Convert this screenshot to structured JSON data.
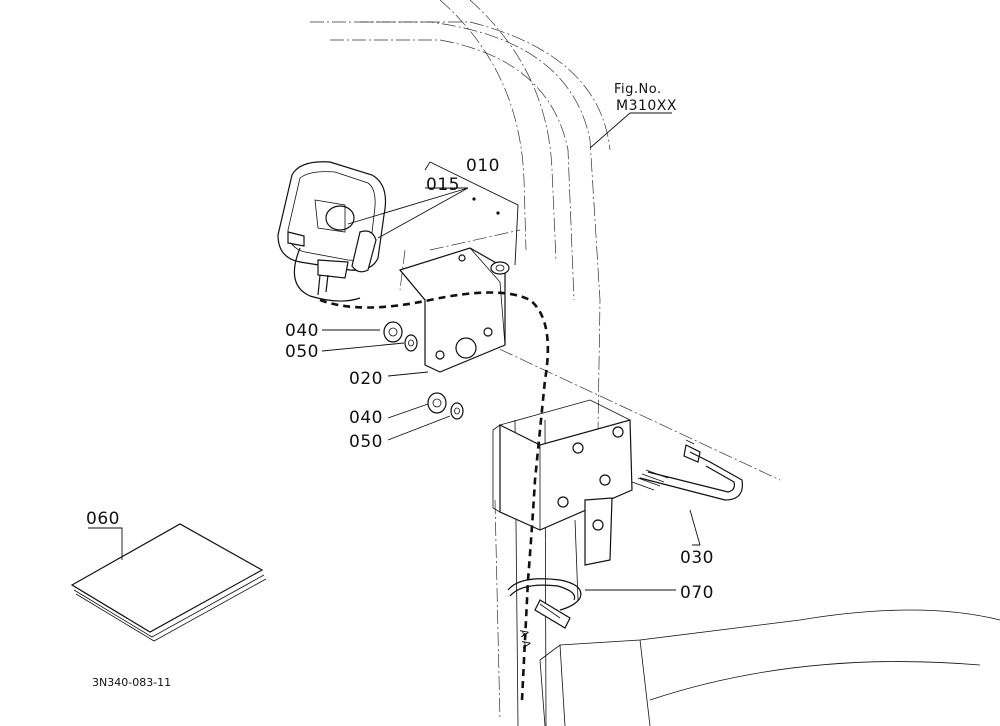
{
  "figure": {
    "fig_label": "Fig.No.",
    "fig_number": "M310XX",
    "drawing_id": "3N340-083-11"
  },
  "callouts": {
    "c010": "010",
    "c015": "015",
    "c020": "020",
    "c030": "030",
    "c040a": "040",
    "c050a": "050",
    "c040b": "040",
    "c050b": "050",
    "c060": "060",
    "c070": "070"
  }
}
